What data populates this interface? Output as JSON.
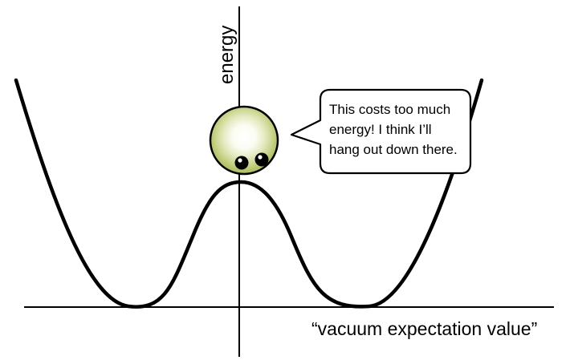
{
  "diagram": {
    "title": "",
    "y_axis_label": "energy",
    "x_axis_label": "“vacuum expectation value”",
    "speech_bubble": {
      "lines": [
        "This costs too much",
        "energy! I think I’ll",
        "hang out down there."
      ]
    },
    "colors": {
      "line": "#000000",
      "particle_fill": "#c6d186",
      "particle_glow": "#ffffff",
      "bubble_fill": "#ffffff",
      "background": "#ffffff"
    },
    "icons": {
      "particle": "smiling-particle-ball-icon",
      "eye": "cartoon-eye-icon"
    }
  }
}
